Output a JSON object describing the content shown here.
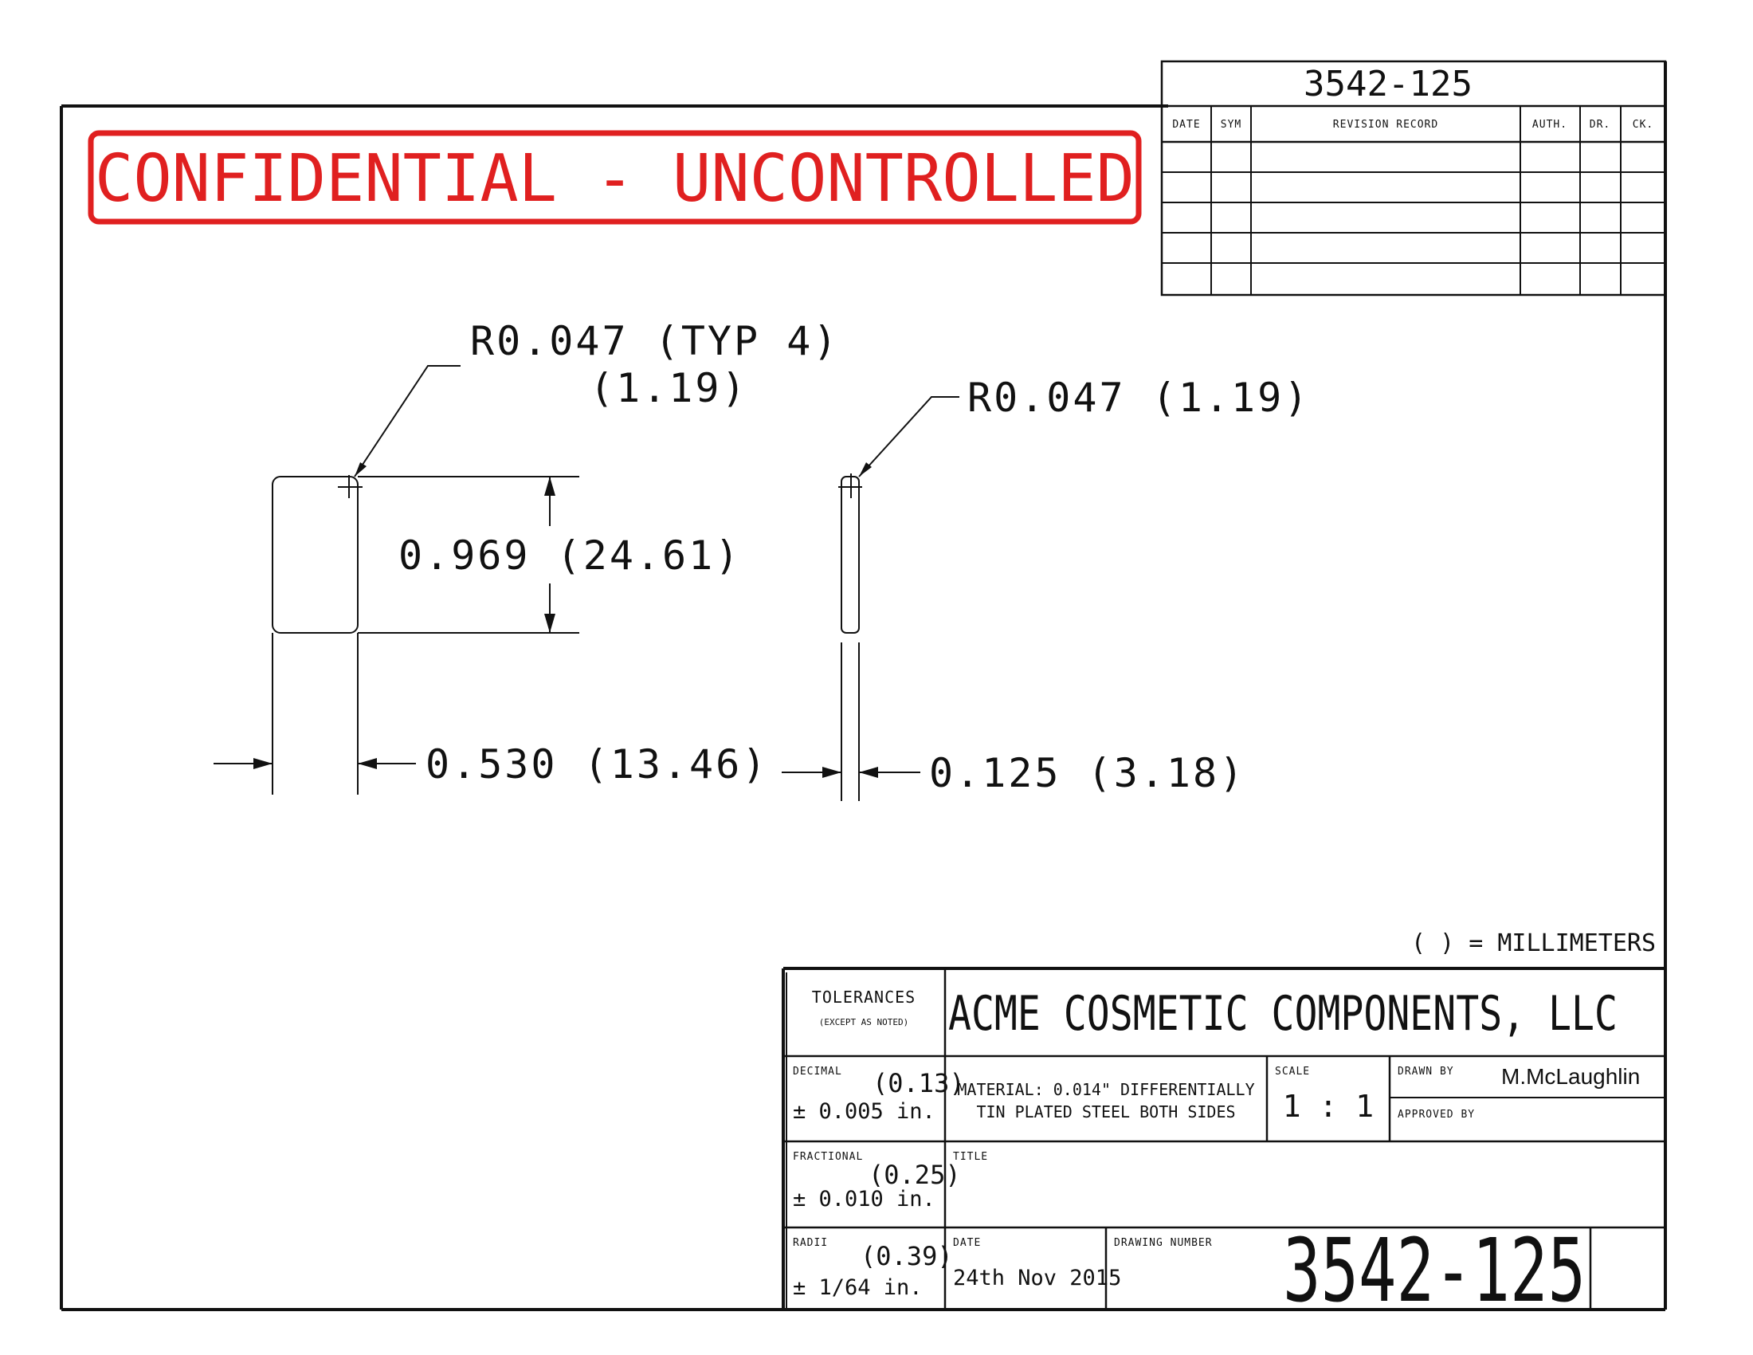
{
  "header": {
    "drawing_number": "3542-125",
    "revision_columns": [
      "DATE",
      "SYM",
      "REVISION RECORD",
      "AUTH.",
      "DR.",
      "CK."
    ]
  },
  "stamp": {
    "text": "CONFIDENTIAL - UNCONTROLLED",
    "color": "#e02020"
  },
  "dimensions": {
    "radius_typ": "R0.047 (TYP 4)",
    "radius_typ_mm": "(1.19)",
    "radius_side": "R0.047 (1.19)",
    "height": "0.969 (24.61)",
    "width": "0.530 (13.46)",
    "thickness": "0.125 (3.18)",
    "units_note": "( ) = MILLIMETERS"
  },
  "title_block": {
    "tolerances_label": "TOLERANCES",
    "tolerances_note": "(EXCEPT AS NOTED)",
    "company": "ACME COSMETIC COMPONENTS, LLC",
    "decimal_label": "DECIMAL",
    "decimal_mm": "(0.13)",
    "decimal_tol": "± 0.005 in.",
    "material_line1": "MATERIAL: 0.014\" DIFFERENTIALLY",
    "material_line2": "TIN PLATED STEEL BOTH SIDES",
    "scale_label": "SCALE",
    "scale_value": "1 : 1",
    "drawn_by_label": "DRAWN BY",
    "drawn_by_value": "M.McLaughlin",
    "approved_by_label": "APPROVED BY",
    "fractional_label": "FRACTIONAL",
    "fractional_mm": "(0.25)",
    "fractional_tol": "± 0.010 in.",
    "title_label": "TITLE",
    "radii_label": "RADII",
    "radii_mm": "(0.39)",
    "radii_tol": "± 1/64 in.",
    "date_label": "DATE",
    "date_value": "24th Nov 2015",
    "drawing_number_label": "DRAWING NUMBER",
    "drawing_number_value": "3542-125"
  }
}
